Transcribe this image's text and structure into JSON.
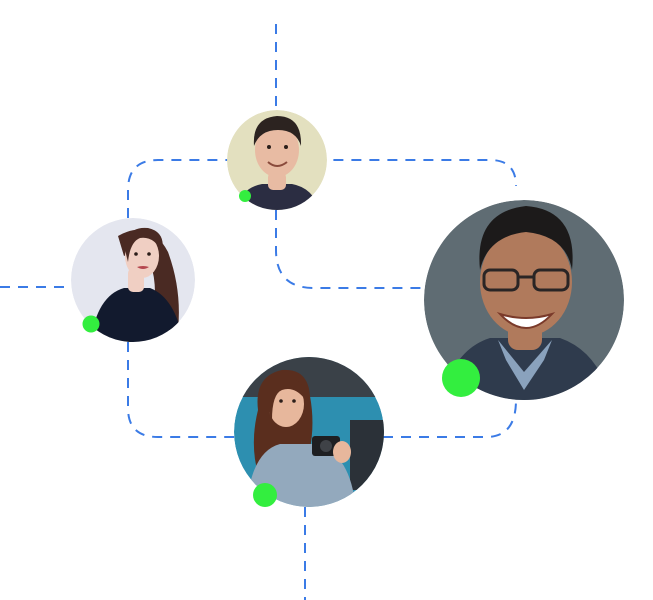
{
  "colors": {
    "connector": "#3b7be6",
    "online_dot": "#33ee3f",
    "background": "#ffffff"
  },
  "people": [
    {
      "id": "top",
      "description_icon": "avatar-young-man-smiling",
      "online": true,
      "bg": "#e3e0bf",
      "skin": "#e8bba3",
      "hair": "#2c2320",
      "shirt": "#2b2d42"
    },
    {
      "id": "left",
      "description_icon": "avatar-woman-long-brown-hair",
      "online": true,
      "bg": "#e4e6ef",
      "skin": "#f0cfc3",
      "hair": "#4a2a23",
      "shirt": "#121a2e"
    },
    {
      "id": "right",
      "description_icon": "avatar-man-glasses-smiling",
      "online": true,
      "bg": "#5f6c73",
      "skin": "#b07a5c",
      "hair": "#1c1a1a",
      "shirt": "#2f3b4d"
    },
    {
      "id": "bottom",
      "description_icon": "avatar-woman-holding-camera",
      "online": true,
      "bg": "#2d8fb0",
      "skin": "#e7b79c",
      "hair": "#5a2e1e",
      "shirt": "#93a9bd"
    }
  ]
}
